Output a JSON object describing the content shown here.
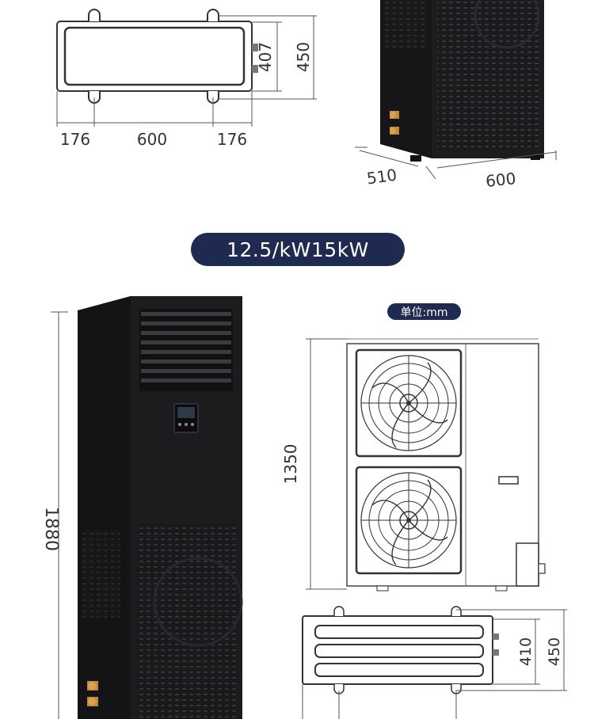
{
  "banner": {
    "title": "12.5/kW15kW"
  },
  "unit_label": "单位:mm",
  "top_left_plan": {
    "dim_left": "176",
    "dim_center": "600",
    "dim_right": "176",
    "dim_inner_height": "407",
    "dim_outer_height": "450"
  },
  "top_right_outdoor": {
    "dim_depth": "510",
    "dim_width": "600"
  },
  "indoor_unit": {
    "dim_height": "1880"
  },
  "outdoor_unit": {
    "dim_height": "1350"
  },
  "outdoor_plan": {
    "dim_inner_height": "410",
    "dim_outer_height": "450"
  },
  "colors": {
    "accent": "#1e2a4f",
    "unit_body": "#1b1b1d",
    "line": "#555555"
  }
}
